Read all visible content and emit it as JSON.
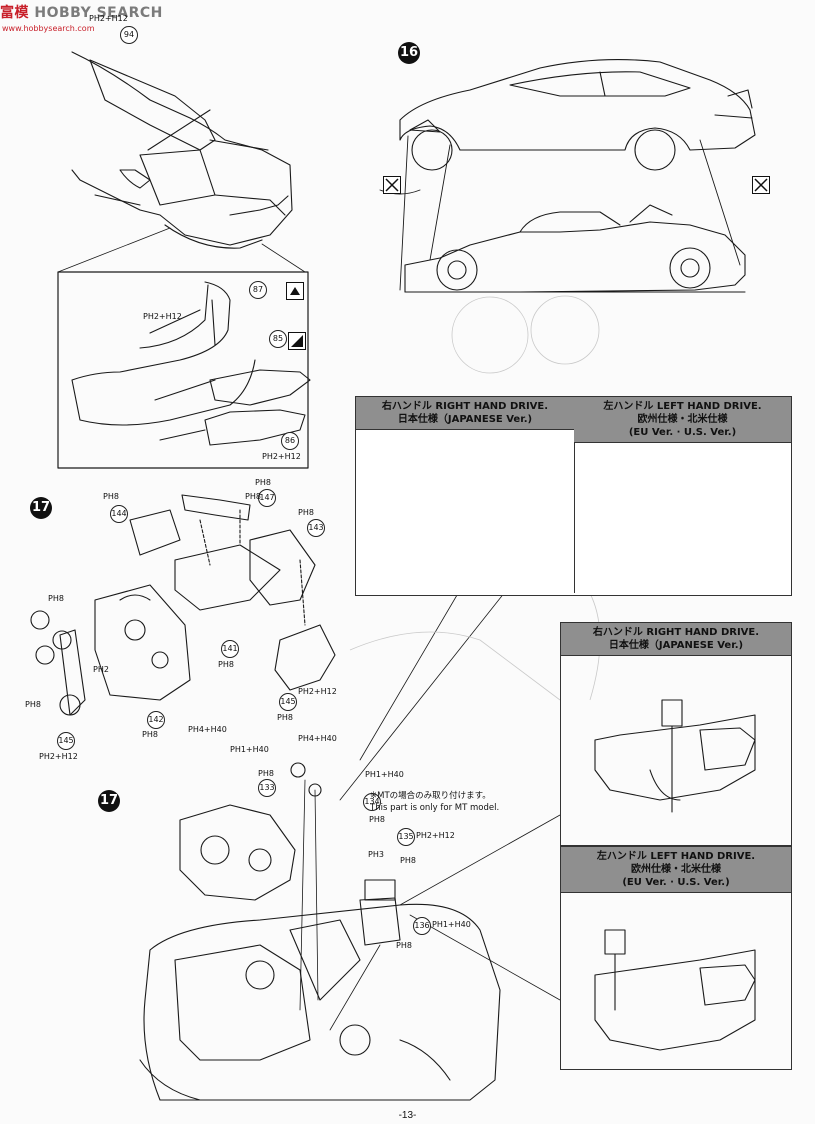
{
  "watermark": {
    "brand_a": "富模",
    "brand_b": "HOBBY SEARCH",
    "sub": "www.hobbysearch.com"
  },
  "steps": {
    "s16": "16",
    "s17a": "17",
    "s17b": "17"
  },
  "parts": {
    "p94": "94",
    "p87": "87",
    "p85": "85",
    "p86": "86",
    "p147": "147",
    "p144": "144",
    "p143": "143",
    "p141": "141",
    "p142": "142",
    "p145a": "145",
    "p145b": "145",
    "p133": "133",
    "p134": "134",
    "p135": "135",
    "p136": "136"
  },
  "paint_labels": {
    "top_94": "PH2+H12",
    "l_87": "PH2+H12",
    "l_86": "PH2+H12",
    "e_top": "PH8",
    "e_147": "PH8",
    "e_143": "PH8",
    "e_144": "PH8",
    "e_left1": "PH8",
    "e_left2": "PH2",
    "e_141": "PH8",
    "e_145": "PH2+H12",
    "e_145b": "PH8",
    "e_left3": "PH8",
    "e_142": "PH8",
    "e_142b": "PH4+H40",
    "e_left4": "PH2+H12",
    "b_1": "PH1+H40",
    "b_2": "PH4+H40",
    "b_3": "PH8",
    "b_4": "PH1+H40",
    "b_5": "PH8",
    "b_6": "PH3",
    "b_7": "PH8",
    "b_8": "PH2+H12",
    "b_9": "PH1+H40",
    "b_10": "PH8"
  },
  "notes": {
    "mt_jp": "※MTの場合のみ取り付けます。",
    "mt_en": "This part is only for MT model."
  },
  "boxes": {
    "rhd_top": {
      "line1": "右ハンドル RIGHT HAND DRIVE.",
      "line2": "日本仕様（JAPANESE Ver.)"
    },
    "lhd_top": {
      "line1": "左ハンドル LEFT HAND DRIVE.",
      "line2": "欧州仕様・北米仕様",
      "line3": "(EU Ver. · U.S. Ver.)"
    },
    "rhd_right": {
      "line1": "右ハンドル RIGHT HAND DRIVE.",
      "line2": "日本仕様（JAPANESE Ver.)"
    },
    "lhd_right": {
      "line1": "左ハンドル LEFT HAND DRIVE.",
      "line2": "欧州仕様・北米仕様",
      "line3": "(EU Ver. · U.S. Ver.)"
    }
  },
  "footer": {
    "page": "-13-"
  }
}
